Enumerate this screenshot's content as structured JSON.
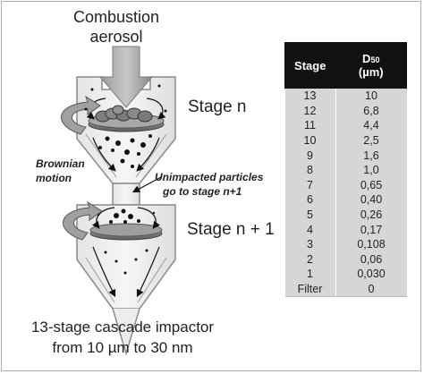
{
  "title_line1": "Combustion",
  "title_line2": "aerosol",
  "stage_n": "Stage n",
  "stage_n1": "Stage n + 1",
  "brownian_line1": "Brownian",
  "brownian_line2": "motion",
  "unimpacted_line1": "Unimpacted particles",
  "unimpacted_line2": "go to stage n+1",
  "caption_line1": "13-stage cascade impactor",
  "caption_line2": "from 10 µm to 30 nm",
  "table": {
    "header_stage": "Stage",
    "header_d50_main": "D",
    "header_d50_sub": "50",
    "header_d50_unit": "(µm)",
    "rows": [
      {
        "stage": "13",
        "d50": "10"
      },
      {
        "stage": "12",
        "d50": "6,8"
      },
      {
        "stage": "11",
        "d50": "4,4"
      },
      {
        "stage": "10",
        "d50": "2,5"
      },
      {
        "stage": "9",
        "d50": "1,6"
      },
      {
        "stage": "8",
        "d50": "1,0"
      },
      {
        "stage": "7",
        "d50": "0,65"
      },
      {
        "stage": "6",
        "d50": "0,40"
      },
      {
        "stage": "5",
        "d50": "0,26"
      },
      {
        "stage": "4",
        "d50": "0,17"
      },
      {
        "stage": "3",
        "d50": "0,108"
      },
      {
        "stage": "2",
        "d50": "0,06"
      },
      {
        "stage": "1",
        "d50": "0,030"
      },
      {
        "stage": "Filter",
        "d50": "0"
      }
    ]
  }
}
